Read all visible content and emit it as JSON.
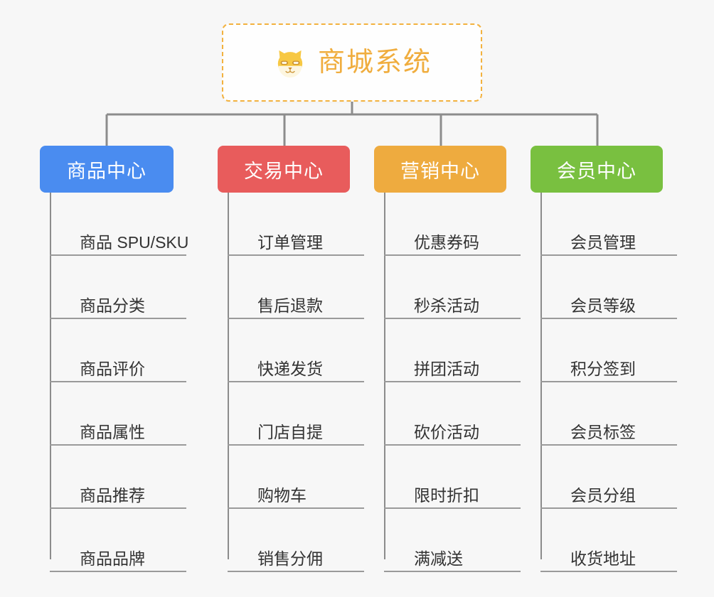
{
  "page": {
    "background_color": "#f7f7f7",
    "type": "mindmap"
  },
  "root": {
    "title": "商城系统",
    "icon": "shiba-inu-dog-face-icon",
    "border_color": "#f3b23f",
    "text_color": "#f0ad3e",
    "background_color": "#fefefe"
  },
  "categories": [
    {
      "label": "商品中心",
      "color": "#4a8cf0",
      "items": [
        "商品 SPU/SKU",
        "商品分类",
        "商品评价",
        "商品属性",
        "商品推荐",
        "商品品牌"
      ]
    },
    {
      "label": "交易中心",
      "color": "#e85c5c",
      "items": [
        "订单管理",
        "售后退款",
        "快递发货",
        "门店自提",
        "购物车",
        "销售分佣"
      ]
    },
    {
      "label": "营销中心",
      "color": "#eeab3f",
      "items": [
        "优惠券码",
        "秒杀活动",
        "拼团活动",
        "砍价活动",
        "限时折扣",
        "满减送"
      ]
    },
    {
      "label": "会员中心",
      "color": "#79c040",
      "items": [
        "会员管理",
        "会员等级",
        "积分签到",
        "会员标签",
        "会员分组",
        "收货地址"
      ]
    }
  ],
  "connector": {
    "color": "#8c8c8c"
  }
}
